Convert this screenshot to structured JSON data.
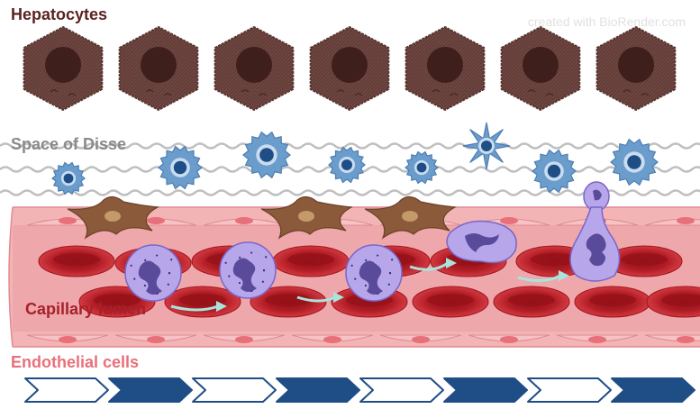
{
  "labels": {
    "hepatocytes": "Hepatocytes",
    "space_of_disse": "Space of Disse",
    "capillary_lumen": "Capillary lumen",
    "endothelial_cells": "Endothelial cells"
  },
  "watermark": "created with BioRender.com",
  "colors": {
    "hepatocyte_label": "#5a2320",
    "disse_label": "#8a8a8a",
    "capillary_label": "#a8202a",
    "endothelial_label": "#e8707a",
    "hepatocyte_body": "#6e4641",
    "hepatocyte_nucleus": "#3e1f1c",
    "kupffer_cell": "#6a9ccc",
    "kupffer_nucleus": "#1f4e86",
    "stellate_cell": "#8a5a3a",
    "red_blood_cell": "#c1262e",
    "leukocyte": "#b7a6ea",
    "leukocyte_nucleus": "#5a4a9a",
    "vessel_wall": "#f3b4b6",
    "arrow_dark": "#1f4e86",
    "arrow_light": "#ffffff"
  },
  "icons": {
    "hepatocyte": "hepatocyte-cell-icon",
    "kupffer": "kupffer-cell-icon",
    "stellate": "stellate-cell-icon",
    "rbc": "red-blood-cell-icon",
    "leukocyte": "leukocyte-icon",
    "migration_arrow": "migration-arrow-icon",
    "chevron": "chevron-arrow-icon"
  }
}
